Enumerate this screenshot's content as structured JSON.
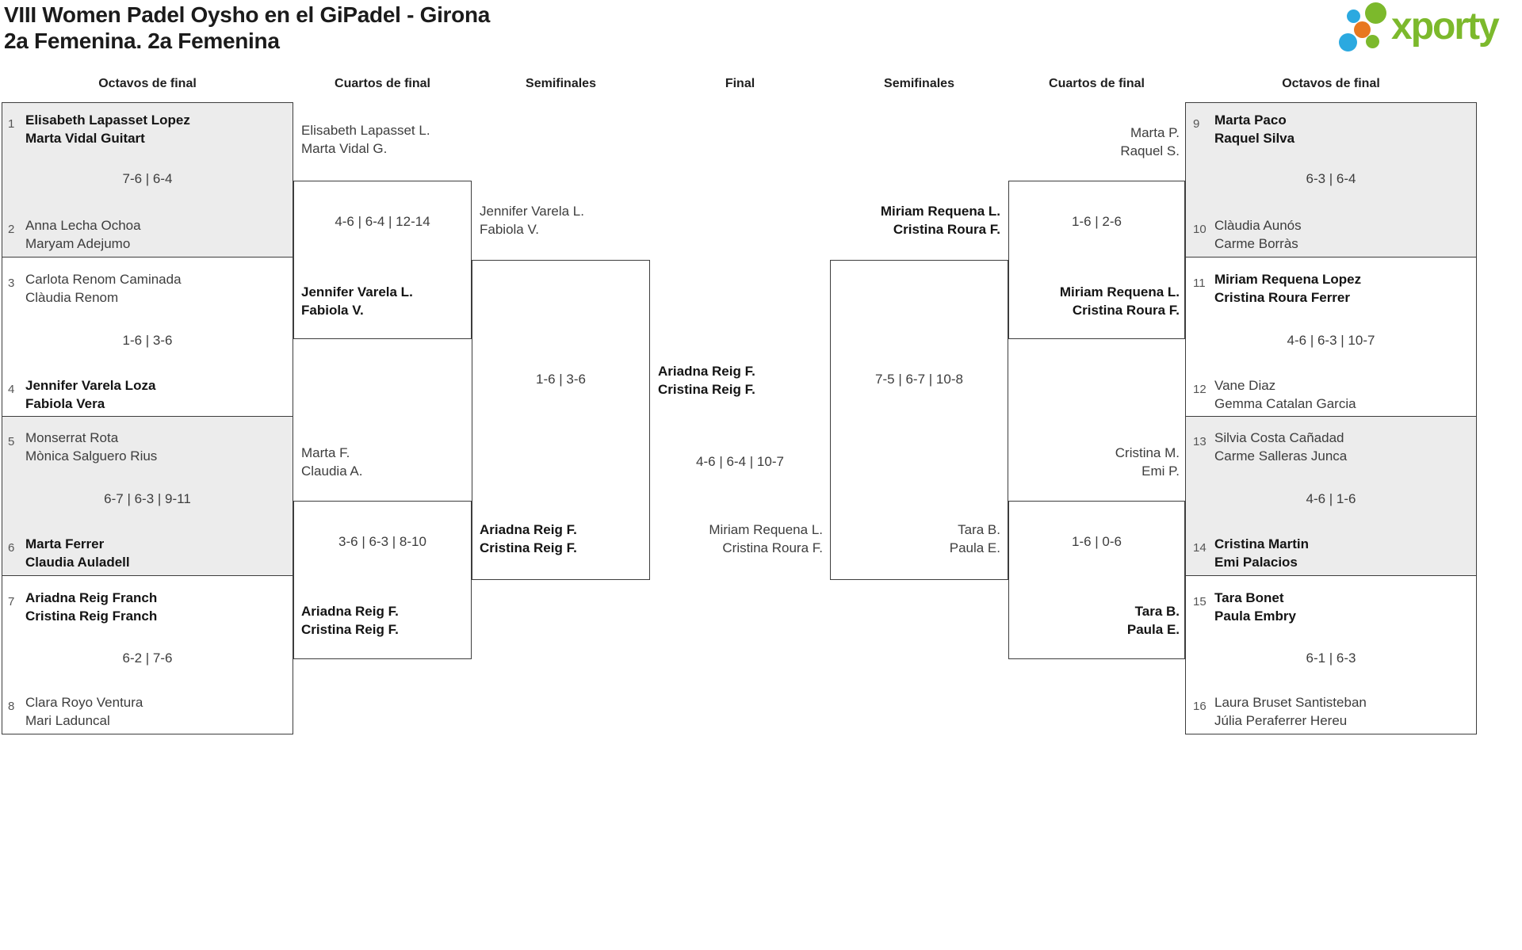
{
  "title": {
    "line1": "VIII Women Padel Oysho en el GiPadel - Girona",
    "line2": "2a Femenina. 2a Femenina"
  },
  "logo": {
    "text": "xporty"
  },
  "colors": {
    "logo_green": "#7cb92c",
    "logo_blue": "#2ba9e0",
    "logo_orange": "#e8781f",
    "cell_gray": "#ececec",
    "border": "#3d3d3d"
  },
  "round_headers": {
    "r16_left": "Octavos de final",
    "qf_left": "Cuartos de final",
    "sf_left": "Semifinales",
    "final": "Final",
    "sf_right": "Semifinales",
    "qf_right": "Cuartos de final",
    "r16_right": "Octavos de final"
  },
  "r16_left": [
    {
      "seed_top": "1",
      "team_top": [
        "Elisabeth Lapasset Lopez",
        "Marta Vidal Guitart"
      ],
      "score": "7-6 | 6-4",
      "seed_bottom": "2",
      "team_bottom": [
        "Anna Lecha Ochoa",
        "Maryam Adejumo"
      ]
    },
    {
      "seed_top": "3",
      "team_top": [
        "Carlota Renom Caminada",
        "Clàudia Renom"
      ],
      "score": "1-6 | 3-6",
      "seed_bottom": "4",
      "team_bottom": [
        "Jennifer Varela Loza",
        "Fabiola Vera"
      ]
    },
    {
      "seed_top": "5",
      "team_top": [
        "Monserrat Rota",
        "Mònica Salguero Rius"
      ],
      "score": "6-7 | 6-3 | 9-11",
      "seed_bottom": "6",
      "team_bottom": [
        "Marta Ferrer",
        "Claudia Auladell"
      ]
    },
    {
      "seed_top": "7",
      "team_top": [
        "Ariadna Reig Franch",
        "Cristina Reig Franch"
      ],
      "score": "6-2 | 7-6",
      "seed_bottom": "8",
      "team_bottom": [
        "Clara Royo Ventura",
        "Mari Laduncal"
      ]
    }
  ],
  "r16_right": [
    {
      "seed_top": "9",
      "team_top": [
        "Marta Paco",
        "Raquel Silva"
      ],
      "score": "6-3 | 6-4",
      "seed_bottom": "10",
      "team_bottom": [
        "Clàudia Aunós",
        "Carme Borràs"
      ]
    },
    {
      "seed_top": "11",
      "team_top": [
        "Miriam Requena Lopez",
        "Cristina Roura Ferrer"
      ],
      "score": "4-6 | 6-3 | 10-7",
      "seed_bottom": "12",
      "team_bottom": [
        "Vane Diaz",
        "Gemma Catalan Garcia"
      ]
    },
    {
      "seed_top": "13",
      "team_top": [
        "Silvia Costa Cañadad",
        "Carme Salleras Junca"
      ],
      "score": "4-6 | 1-6",
      "seed_bottom": "14",
      "team_bottom": [
        "Cristina Martin",
        "Emi Palacios"
      ]
    },
    {
      "seed_top": "15",
      "team_top": [
        "Tara Bonet",
        "Paula Embry"
      ],
      "score": "6-1 | 6-3",
      "seed_bottom": "16",
      "team_bottom": [
        "Laura Bruset Santisteban",
        "Júlia Peraferrer Hereu"
      ]
    }
  ],
  "qf_left": [
    {
      "team_top": [
        "Elisabeth Lapasset L.",
        "Marta Vidal G."
      ],
      "score": "4-6 | 6-4 | 12-14",
      "team_bottom": [
        "Jennifer Varela L.",
        "Fabiola V."
      ]
    },
    {
      "team_top": [
        "Marta F.",
        "Claudia A."
      ],
      "score": "3-6 | 6-3 | 8-10",
      "team_bottom": [
        "Ariadna Reig F.",
        "Cristina Reig F."
      ]
    }
  ],
  "qf_right": [
    {
      "team_top": [
        "Marta P.",
        "Raquel S."
      ],
      "score": "1-6 | 2-6",
      "team_bottom": [
        "Miriam Requena L.",
        "Cristina Roura F."
      ]
    },
    {
      "team_top": [
        "Cristina M.",
        "Emi P."
      ],
      "score": "1-6 | 0-6",
      "team_bottom": [
        "Tara B.",
        "Paula E."
      ]
    }
  ],
  "sf_left": {
    "team_top": [
      "Jennifer Varela L.",
      "Fabiola V."
    ],
    "score": "1-6 | 3-6",
    "team_bottom": [
      "Ariadna Reig F.",
      "Cristina Reig F."
    ]
  },
  "sf_right": {
    "team_top": [
      "Miriam Requena L.",
      "Cristina Roura F."
    ],
    "score": "7-5 | 6-7 | 10-8",
    "team_bottom": [
      "Tara B.",
      "Paula E."
    ]
  },
  "final": {
    "team_left": [
      "Ariadna Reig F.",
      "Cristina Reig F."
    ],
    "score": "4-6 | 6-4 | 10-7",
    "team_right": [
      "Miriam Requena L.",
      "Cristina Roura F."
    ]
  }
}
